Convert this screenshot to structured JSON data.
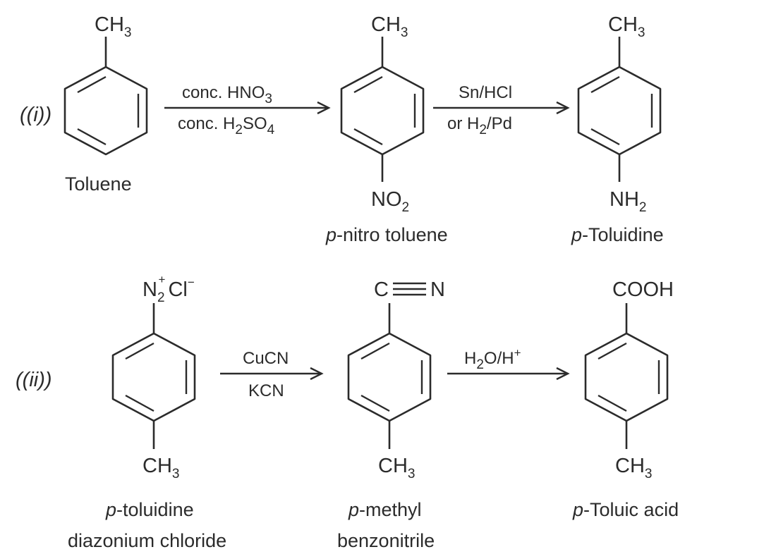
{
  "reaction_i": {
    "label": "(i)",
    "toluene": {
      "top_group": "CH3",
      "name": "Toluene"
    },
    "step1": {
      "reagent_top": "conc. HNO3",
      "reagent_bottom": "conc. H2SO4"
    },
    "nitro": {
      "top_group": "CH3",
      "bottom_group": "NO2",
      "name_prefix": "p",
      "name_rest": "-nitro toluene"
    },
    "step2": {
      "reagent_top": "Sn/HCl",
      "reagent_bottom": "or H2/Pd"
    },
    "toluidine": {
      "top_group": "CH3",
      "bottom_group": "NH2",
      "name_prefix": "p",
      "name_rest": "-Toluidine"
    }
  },
  "reaction_ii": {
    "label": "(ii)",
    "diazonium": {
      "top_group": "N2+ Cl−",
      "bottom_group": "CH3",
      "name_prefix": "p",
      "name_line1": "-toluidine",
      "name_line2": "diazonium chloride"
    },
    "step1": {
      "reagent_top": "CuCN",
      "reagent_bottom": "KCN"
    },
    "nitrile": {
      "top_group": "C≡N",
      "bottom_group": "CH3",
      "name_prefix": "p",
      "name_line1": "-methyl",
      "name_line2": "benzonitrile"
    },
    "step2": {
      "reagent_top": "H2O/H+"
    },
    "acid": {
      "top_group": "COOH",
      "bottom_group": "CH3",
      "name_prefix": "p",
      "name_rest": "-Toluic acid"
    }
  }
}
